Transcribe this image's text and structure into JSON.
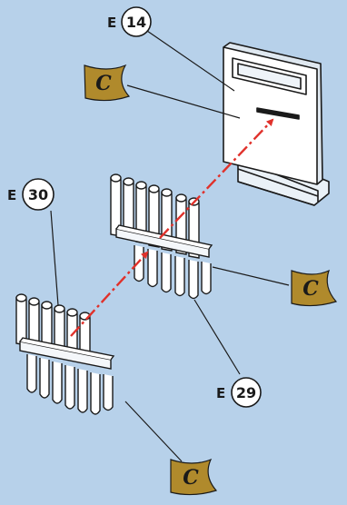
{
  "callouts": {
    "part_14": {
      "letter": "E",
      "number": "14"
    },
    "part_30": {
      "letter": "E",
      "number": "30"
    },
    "part_29": {
      "letter": "E",
      "number": "29"
    }
  },
  "flags": {
    "flag_top": "C",
    "flag_right": "C",
    "flag_bottom": "C"
  },
  "colors": {
    "background": "#b7d1ea",
    "flag_fill": "#b08a2c",
    "arrow": "#e0312b",
    "part_fill": "#ffffff",
    "outline": "#1a1a1a"
  },
  "icons": {
    "flag": "pennant-flag-icon",
    "arrow": "assembly-arrow-icon"
  }
}
